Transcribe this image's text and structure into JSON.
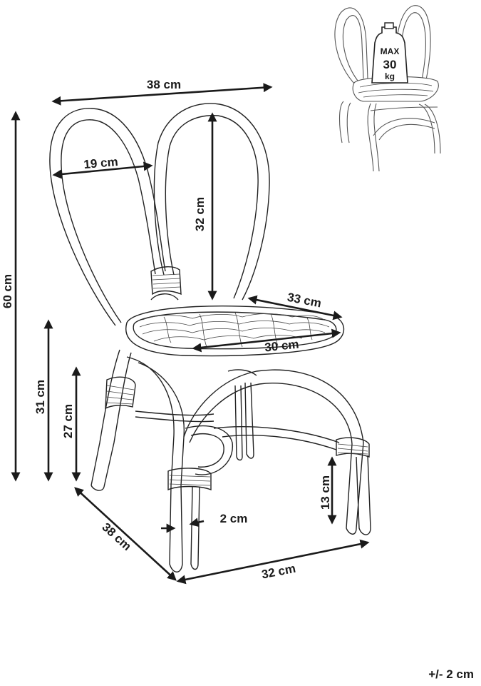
{
  "dimensions": {
    "width_top": "38 cm",
    "backrest_loop_width": "19 cm",
    "backrest_height": "32 cm",
    "total_height": "60 cm",
    "seat_height": "31 cm",
    "stretcher_height": "27 cm",
    "seat_depth": "33 cm",
    "seat_width": "30 cm",
    "leg_thickness": "2 cm",
    "foot_height": "13 cm",
    "base_depth": "38 cm",
    "base_width": "32 cm"
  },
  "load_badge": {
    "line1": "MAX",
    "line2": "30",
    "line3": "kg"
  },
  "tolerance": "+/- 2 cm"
}
